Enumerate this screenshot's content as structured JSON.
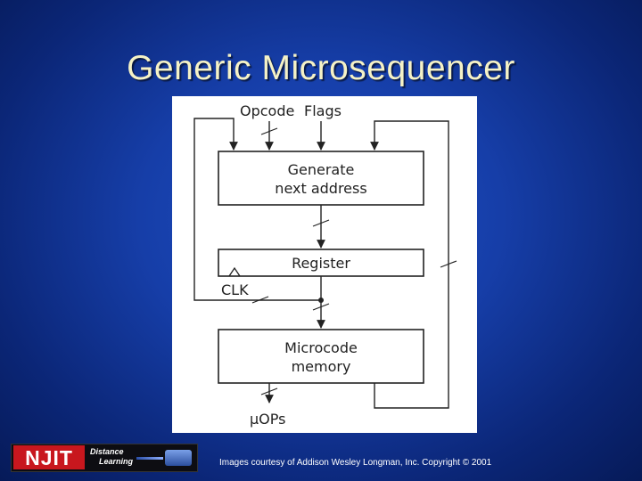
{
  "slide": {
    "title": "Generic Microsequencer",
    "credit": "Images courtesy of Addison Wesley Longman, Inc. Copyright © 2001"
  },
  "diagram": {
    "labels": {
      "opcode": "Opcode",
      "flags": "Flags",
      "generate_line1": "Generate",
      "generate_line2": "next address",
      "register": "Register",
      "clk": "CLK",
      "microcode_line1": "Microcode",
      "microcode_line2": "memory",
      "uops": "μOPs"
    }
  },
  "logo": {
    "name": "NJIT",
    "line1": "Distance",
    "line2": "Learning"
  }
}
